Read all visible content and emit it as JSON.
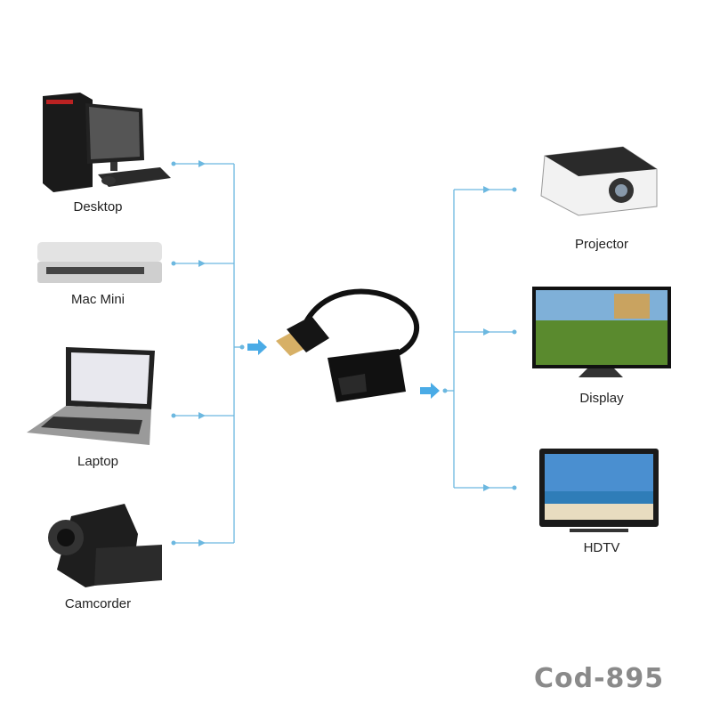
{
  "sources": [
    {
      "label": "Desktop",
      "icon": "desktop-computer-icon"
    },
    {
      "label": "Mac Mini",
      "icon": "mac-mini-icon"
    },
    {
      "label": "Laptop",
      "icon": "laptop-icon"
    },
    {
      "label": "Camcorder",
      "icon": "camcorder-icon"
    }
  ],
  "center": {
    "icon": "hdmi-to-vga-adapter-icon"
  },
  "outputs": [
    {
      "label": "Projector",
      "icon": "projector-icon"
    },
    {
      "label": "Display",
      "icon": "display-monitor-icon"
    },
    {
      "label": "HDTV",
      "icon": "hdtv-icon"
    }
  ],
  "product_code": "Cod-895",
  "colors": {
    "connector": "#6cb8e0",
    "arrow": "#4aabe6"
  }
}
